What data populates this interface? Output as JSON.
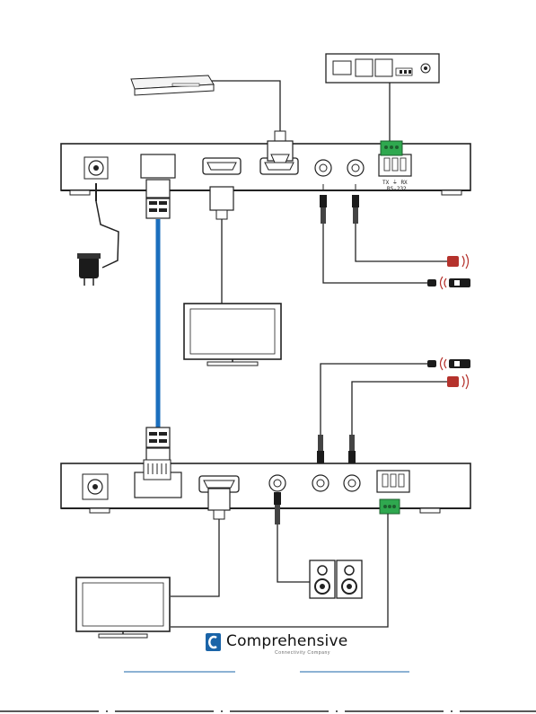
{
  "transmitter": {
    "rs232_pins": "TX  ⏚  RX",
    "rs232_label": "RS-232"
  },
  "logo": {
    "name": "Comprehensive",
    "tagline": "Connectivity Company",
    "brand_color": "#1a64a8"
  },
  "colors": {
    "hdbaset_cable": "#1b6fbe",
    "terminal_block": "#2fa84f",
    "ir_emitter": "#b5322c",
    "line": "#222222"
  },
  "icons": [
    "power-adapter-icon",
    "source-player-icon",
    "control-system-icon",
    "display-icon",
    "speaker-icon",
    "ir-emitter-icon",
    "ir-receiver-icon",
    "brand-logo-icon"
  ]
}
